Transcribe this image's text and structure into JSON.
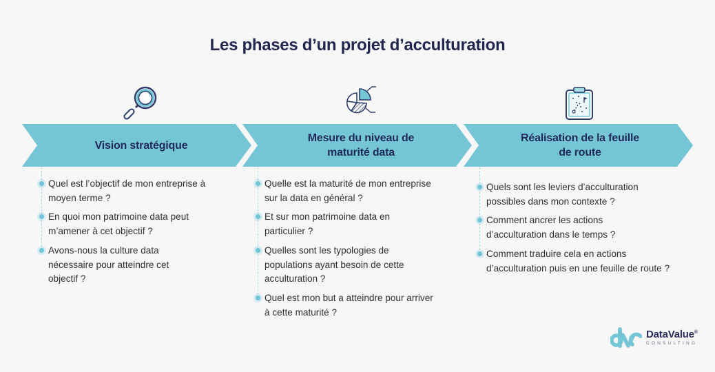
{
  "title": "Les phases d’un projet d’acculturation",
  "colors": {
    "chevron": "#74c6d6",
    "title": "#22264f",
    "heading": "#1f2a55",
    "bullet": "#6fc5d6",
    "background": "#f7f7f8"
  },
  "phases": [
    {
      "icon": "magnifying-glass-icon",
      "label": "Vision stratégique",
      "questions": [
        "Quel est l’objectif de mon entreprise à moyen terme ?",
        "En quoi mon patrimoine data peut m’amener à cet objectif ?",
        "Avons-nous la culture data nécessaire pour atteindre cet objectif ?"
      ]
    },
    {
      "icon": "pie-chart-icon",
      "label": "Mesure du niveau de maturité data",
      "questions": [
        "Quelle est la maturité de mon entreprise sur la data en général ?",
        "Et sur mon patrimoine data en particulier ?",
        "Quelles sont les typologies de populations ayant besoin de cette acculturation ?",
        "Quel est mon but a atteindre pour arriver à cette maturité ?"
      ]
    },
    {
      "icon": "clipboard-strategy-icon",
      "label": "Réalisation de la feuille de route",
      "questions": [
        "Quels sont les leviers d’acculturation possibles dans mon contexte ?",
        "Comment ancrer les actions d’acculturation dans le temps ?",
        "Comment traduire cela en actions d’acculturation puis en une feuille de route ?"
      ]
    }
  ],
  "logo": {
    "brand": "DataValue",
    "mark": "®",
    "subtitle": "CONSULTING"
  }
}
